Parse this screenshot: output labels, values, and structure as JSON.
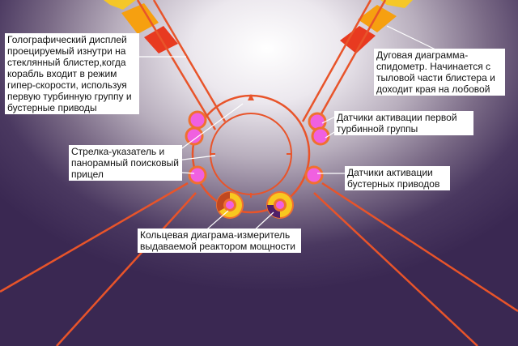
{
  "colors": {
    "frame": "#e8542a",
    "accent_orange": "#f07030",
    "sensor_fill": "#f060e0",
    "arc_yellow": "#f8c820",
    "arc_red": "#e83a20",
    "callout_bg": "#ffffff"
  },
  "callouts": {
    "hologram": "Голографический дисплей проецируемый изнутри на стеклянный блистер,когда корабль входит в режим гипер-скорости, используя первую турбинную группу и бустерные приводы",
    "arc_speedometer": "Дуговая диаграмма-спидометр. Начинается с тыловой части блистера и доходит края на лобовой",
    "turbine_sensors": "Датчики активации первой турбинной группы",
    "booster_sensors": "Датчики активации бустерных приводов",
    "pointer_arrow": "Стрелка-указатель и панорамный поисковый прицел",
    "reactor_ring": "Кольцевая диаграма-измеритель выдаваемой реактором мощности"
  }
}
